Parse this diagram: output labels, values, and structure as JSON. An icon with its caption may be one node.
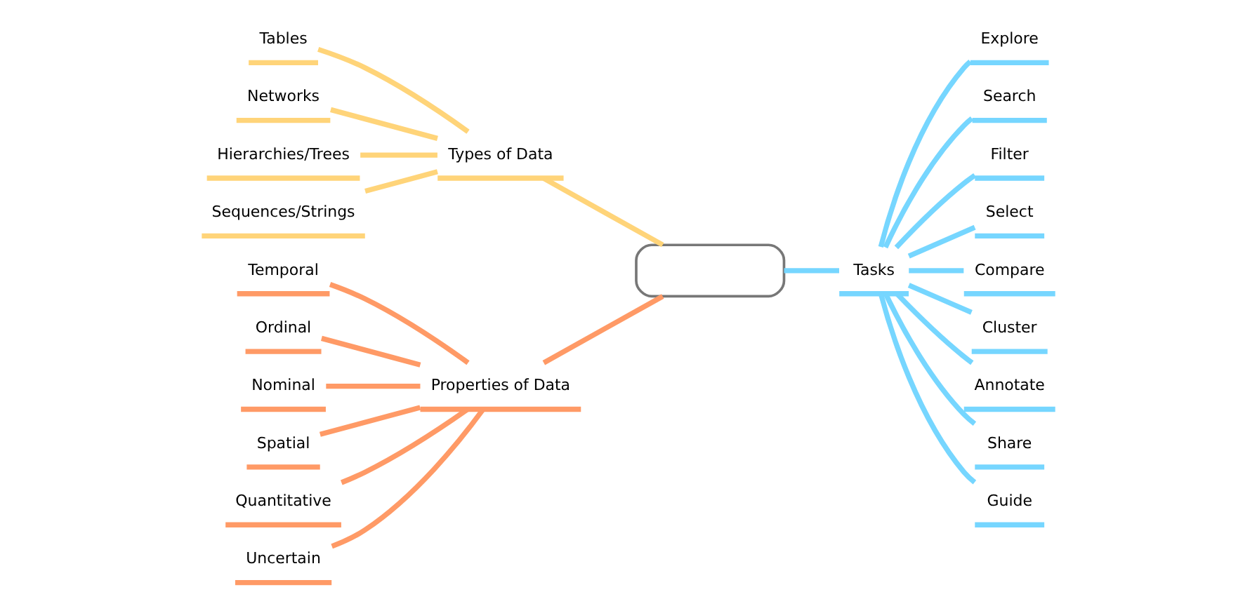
{
  "diagram": {
    "nodes": [
      {
        "text": [],
        "shape": "box"
      },
      {
        "text": [
          "Types of Data"
        ]
      },
      {
        "text": [
          "Tables"
        ]
      },
      {
        "text": [
          "Networks"
        ]
      },
      {
        "text": [
          "Hierarchies/Trees"
        ]
      },
      {
        "text": [
          "Sequences/Strings"
        ]
      },
      {
        "text": [
          "Properties of Data"
        ]
      },
      {
        "text": [
          "Temporal"
        ]
      },
      {
        "text": [
          "Ordinal"
        ]
      },
      {
        "text": [
          "Nominal"
        ]
      },
      {
        "text": [
          "Spatial"
        ]
      },
      {
        "text": [
          "Quantitative"
        ]
      },
      {
        "text": [
          "Uncertain"
        ]
      },
      {
        "text": [
          "Tasks"
        ]
      },
      {
        "text": [
          "Explore"
        ]
      },
      {
        "text": [
          "Search"
        ]
      },
      {
        "text": [
          "Filter"
        ]
      },
      {
        "text": [
          "Select"
        ]
      },
      {
        "text": [
          "Compare"
        ]
      },
      {
        "text": [
          "Cluster"
        ]
      },
      {
        "text": [
          "Annotate"
        ]
      },
      {
        "text": [
          "Share"
        ]
      },
      {
        "text": [
          "Guide"
        ]
      }
    ],
    "edges": [
      {
        "from": 0,
        "to": 1,
        "arrow": "none",
        "color": "#ffd479"
      },
      {
        "from": 1,
        "to": 2,
        "arrow": "none",
        "color": "#ffd479"
      },
      {
        "from": 1,
        "to": 3,
        "arrow": "none",
        "color": "#ffd479"
      },
      {
        "from": 1,
        "to": 4,
        "arrow": "none",
        "color": "#ffd479"
      },
      {
        "from": 1,
        "to": 5,
        "arrow": "none",
        "color": "#ffd479"
      },
      {
        "from": 0,
        "to": 6,
        "arrow": "none",
        "color": "#ff9a66"
      },
      {
        "from": 6,
        "to": 7,
        "arrow": "none",
        "color": "#ff9a66"
      },
      {
        "from": 6,
        "to": 8,
        "arrow": "none",
        "color": "#ff9a66"
      },
      {
        "from": 6,
        "to": 9,
        "arrow": "none",
        "color": "#ff9a66"
      },
      {
        "from": 6,
        "to": 10,
        "arrow": "none",
        "color": "#ff9a66"
      },
      {
        "from": 6,
        "to": 11,
        "arrow": "none",
        "color": "#ff9a66"
      },
      {
        "from": 6,
        "to": 12,
        "arrow": "none",
        "color": "#ff9a66"
      },
      {
        "from": 0,
        "to": 13,
        "arrow": "none"
      },
      {
        "from": 13,
        "to": 14,
        "arrow": "none"
      },
      {
        "from": 13,
        "to": 15,
        "arrow": "none"
      },
      {
        "from": 13,
        "to": 16,
        "arrow": "none"
      },
      {
        "from": 13,
        "to": 17,
        "arrow": "none"
      },
      {
        "from": 13,
        "to": 18,
        "arrow": "none"
      },
      {
        "from": 13,
        "to": 19,
        "arrow": "none"
      },
      {
        "from": 13,
        "to": 20,
        "arrow": "none"
      },
      {
        "from": 13,
        "to": 21,
        "arrow": "none"
      },
      {
        "from": 13,
        "to": 22,
        "arrow": "none"
      }
    ]
  }
}
